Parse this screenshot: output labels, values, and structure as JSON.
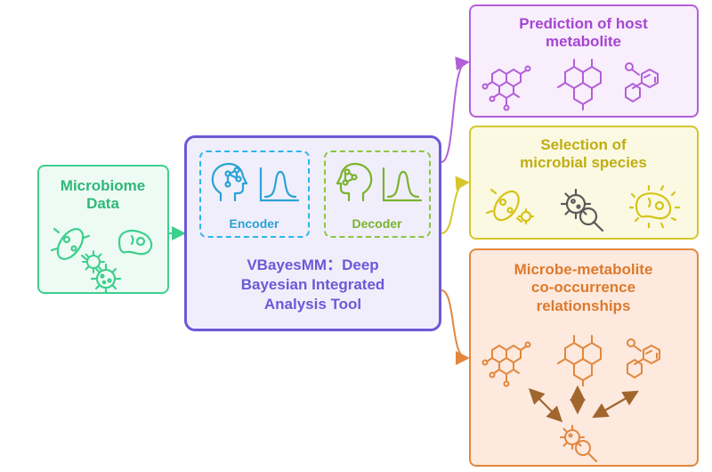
{
  "input": {
    "line1": "Microbiome",
    "line2": "Data"
  },
  "tool": {
    "encoder_label": "Encoder",
    "decoder_label": "Decoder",
    "title_line1": "VBayesMM：Deep",
    "title_line2": "Bayesian Integrated",
    "title_line3": "Analysis Tool"
  },
  "outputs": {
    "prediction": {
      "line1": "Prediction of host",
      "line2": "metabolite"
    },
    "selection": {
      "line1": "Selection of",
      "line2": "microbial species"
    },
    "relationships": {
      "line1": "Microbe-metabolite",
      "line2": "co-occurrence",
      "line3": "relationships"
    }
  },
  "colors": {
    "green": "#3dcf8e",
    "blue": "#2bb6e8",
    "lime": "#8dc63f",
    "indigo": "#6a5ad6",
    "purple": "#b35fd8",
    "yellow": "#d5c72a",
    "orange": "#e2873e"
  },
  "icons": {
    "microbes": [
      "bacterium-icon",
      "virus-icon",
      "bacterium-icon"
    ],
    "encoder": [
      "head-network-icon",
      "distribution-curve-icon"
    ],
    "decoder": [
      "head-network-icon",
      "distribution-curve-icon"
    ],
    "metabolites": [
      "molecule-icon",
      "polycyclic-molecule-icon",
      "benzene-chain-icon"
    ],
    "species": [
      "bacterium-icon",
      "magnifier-germ-icon",
      "bacterium-icon"
    ]
  }
}
